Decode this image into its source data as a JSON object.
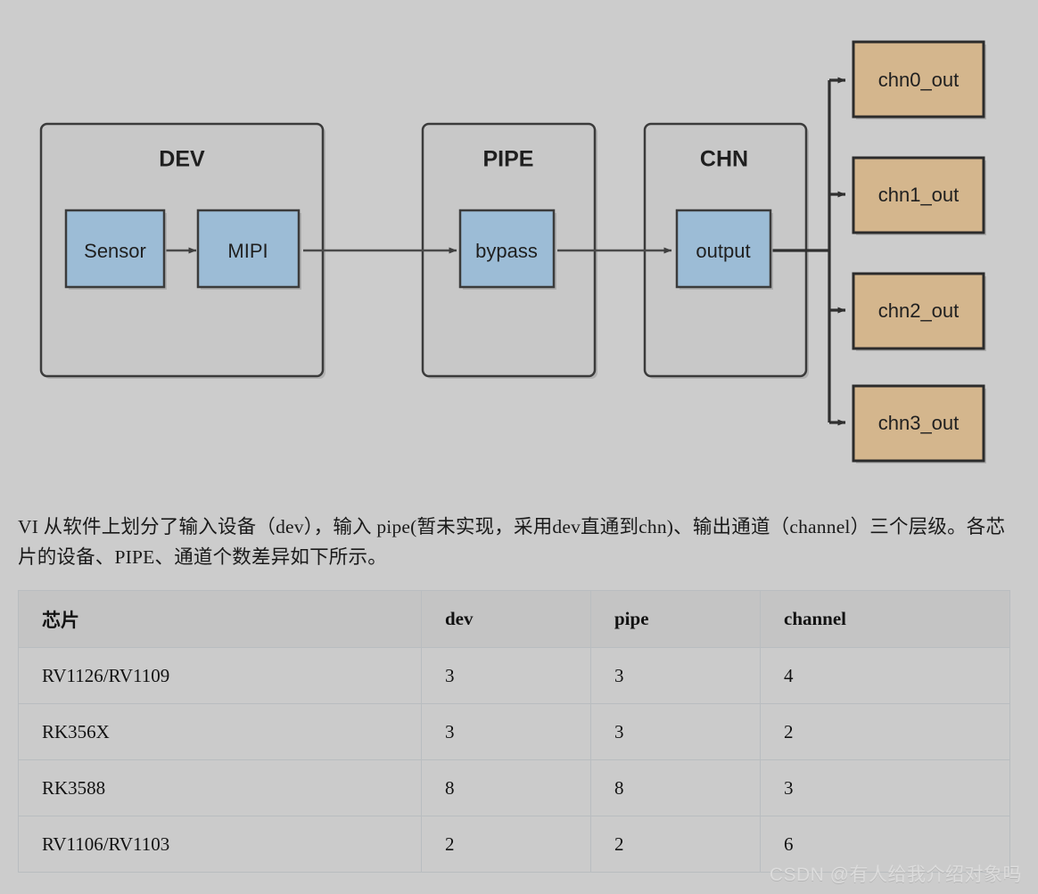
{
  "diagram": {
    "groups": [
      {
        "id": "dev",
        "label": "DEV"
      },
      {
        "id": "pipe",
        "label": "PIPE"
      },
      {
        "id": "chn",
        "label": "CHN"
      }
    ],
    "nodes": [
      {
        "id": "sensor",
        "label": "Sensor",
        "group": "dev",
        "color": "#9cbcd6"
      },
      {
        "id": "mipi",
        "label": "MIPI",
        "group": "dev",
        "color": "#9cbcd6"
      },
      {
        "id": "bypass",
        "label": "bypass",
        "group": "pipe",
        "color": "#9cbcd6"
      },
      {
        "id": "output",
        "label": "output",
        "group": "chn",
        "color": "#9cbcd6"
      }
    ],
    "outputs": [
      {
        "id": "chn0",
        "label": "chn0_out",
        "color": "#d4b68d"
      },
      {
        "id": "chn1",
        "label": "chn1_out",
        "color": "#d4b68d"
      },
      {
        "id": "chn2",
        "label": "chn2_out",
        "color": "#d4b68d"
      },
      {
        "id": "chn3",
        "label": "chn3_out",
        "color": "#d4b68d"
      }
    ],
    "colors": {
      "background": "#cccccc",
      "group_fill": "#c8c8c8",
      "node_fill": "#9cbcd6",
      "output_fill": "#d4b68d",
      "stroke": "#3b3b3b"
    }
  },
  "prose": {
    "paragraph": "VI 从软件上划分了输入设备（dev），输入 pipe(暂未实现，采用dev直通到chn)、输出通道（channel）三个层级。各芯片的设备、PIPE、通道个数差异如下所示。"
  },
  "table": {
    "headers": [
      "芯片",
      "dev",
      "pipe",
      "channel"
    ],
    "rows": [
      {
        "chip": "RV1126/RV1109",
        "dev": "3",
        "pipe": "3",
        "channel": "4"
      },
      {
        "chip": "RK356X",
        "dev": "3",
        "pipe": "3",
        "channel": "2"
      },
      {
        "chip": "RK3588",
        "dev": "8",
        "pipe": "8",
        "channel": "3"
      },
      {
        "chip": "RV1106/RV1103",
        "dev": "2",
        "pipe": "2",
        "channel": "6"
      }
    ]
  },
  "watermark": {
    "text": "CSDN @有人给我介绍对象吗"
  }
}
